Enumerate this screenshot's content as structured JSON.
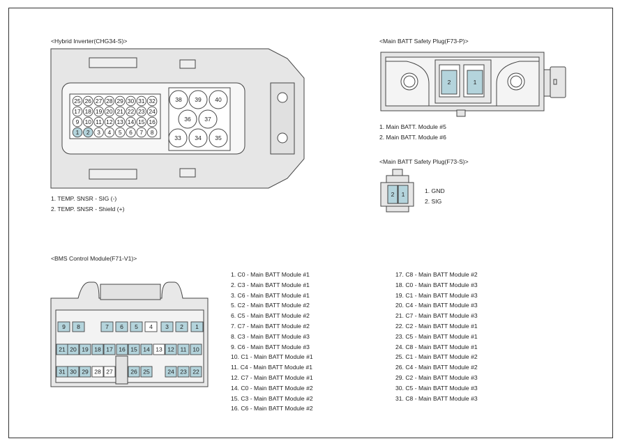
{
  "hybrid_inverter": {
    "title": "<Hybrid Inverter(CHG34-S)>",
    "pins_small": [
      "25",
      "26",
      "27",
      "28",
      "29",
      "30",
      "31",
      "32",
      "17",
      "18",
      "19",
      "20",
      "21",
      "22",
      "23",
      "24",
      "9",
      "10",
      "11",
      "12",
      "13",
      "14",
      "15",
      "16",
      "1",
      "2",
      "3",
      "4",
      "5",
      "6",
      "7",
      "8"
    ],
    "pins_large": [
      "38",
      "39",
      "40",
      "36",
      "37",
      "33",
      "34",
      "35"
    ],
    "highlighted_pins": [
      "1",
      "2"
    ],
    "notes": [
      "1. TEMP. SNSR - SIG (-)",
      "2. TEMP. SNSR - Shield (+)"
    ]
  },
  "safety_plug_p": {
    "title": "<Main BATT Safety Plug(F73-P)>",
    "pins": [
      "2",
      "1"
    ],
    "notes": [
      "1. Main BATT. Module #5",
      "2. Main BATT. Module #6"
    ]
  },
  "safety_plug_s": {
    "title": "<Main BATT Safety Plug(F73-S)>",
    "pins": [
      "2",
      "1"
    ],
    "notes": [
      "1. GND",
      "2. SIG"
    ]
  },
  "bms": {
    "title": "<BMS Control Module(F71-V1)>",
    "row1": [
      "9",
      "8",
      "7",
      "6",
      "5",
      "4",
      "3",
      "2",
      "1"
    ],
    "row2": [
      "21",
      "20",
      "19",
      "18",
      "17",
      "16",
      "15",
      "14",
      "13",
      "12",
      "11",
      "10"
    ],
    "row3": [
      "31",
      "30",
      "29",
      "28",
      "27",
      "26",
      "25",
      "24",
      "23",
      "22"
    ],
    "unhighlighted_pins": [
      "4",
      "13",
      "27",
      "28"
    ],
    "pins_left": [
      "1. C0 - Main BATT Module #1",
      "2. C3 - Main BATT Module #1",
      "3. C6 - Main BATT Module #1",
      "5. C2 - Main BATT Module #2",
      "6. C5 - Main BATT Module #2",
      "7. C7 - Main BATT Module #2",
      "8. C3 - Main BATT Module #3",
      "9. C6 - Main BATT Module #3",
      "10. C1 - Main BATT Module #1",
      "11. C4 - Main BATT Module #1",
      "12. C7 - Main BATT Module #1",
      "14. C0 - Main BATT Module #2",
      "15. C3 - Main BATT Module #2",
      "16. C6 - Main BATT Module #2"
    ],
    "pins_right": [
      "17. C8 - Main BATT Module #2",
      "18. C0 - Main BATT Module #3",
      "19. C1 - Main BATT Module #3",
      "20. C4 - Main BATT Module #3",
      "21. C7 - Main BATT Module #3",
      "22. C2 - Main BATT Module #1",
      "23. C5 - Main BATT Module #1",
      "24. C8 - Main BATT Module #1",
      "25. C1 - Main BATT Module #2",
      "26. C4 - Main BATT Module #2",
      "29. C2 - Main BATT Module #3",
      "30. C5 - Main BATT Module #3",
      "31. C8 - Main BATT Module #3"
    ]
  },
  "colors": {
    "highlight": "#b4d4dc",
    "stroke": "#444444",
    "housing": "#e6e6e6"
  }
}
